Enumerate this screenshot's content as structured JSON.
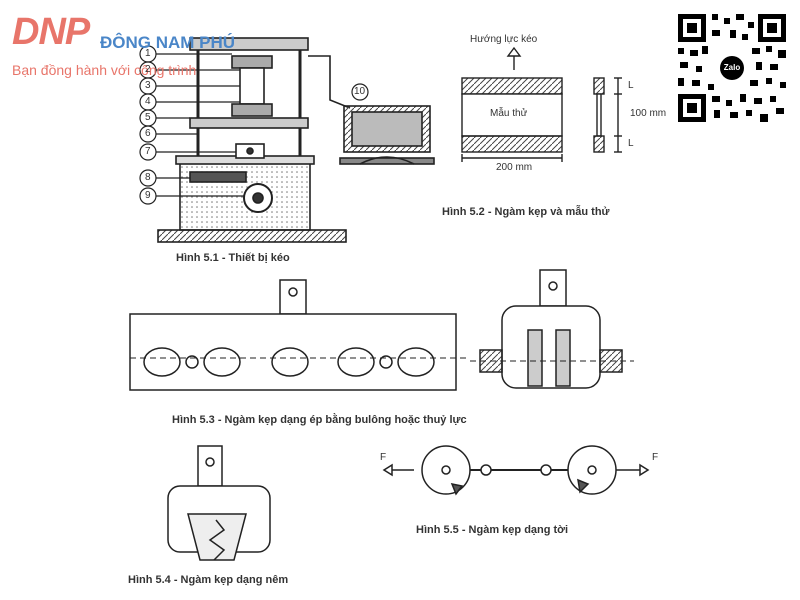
{
  "watermark": {
    "logo": "DNP",
    "name": "ĐÔNG NAM PHÚ",
    "slogan": "Bạn đồng hành với công trình",
    "qr_badge": "Zalo",
    "colors": {
      "logo": "#e8756a",
      "name": "#4a86c8"
    }
  },
  "fig51": {
    "caption": "Hình 5.1 - Thiết bị kéo",
    "callouts": [
      "1",
      "2",
      "3",
      "4",
      "5",
      "6",
      "7",
      "8",
      "9",
      "10"
    ]
  },
  "fig52": {
    "caption": "Hình 5.2 - Ngàm kẹp và mẫu thử",
    "force_label": "Hướng lực kéo",
    "sample_label": "Mẫu thử",
    "width_label": "200 mm",
    "height_label": "100 mm",
    "l_top": "L",
    "l_bottom": "L"
  },
  "fig53": {
    "caption": "Hình 5.3 - Ngàm kẹp dạng ép bằng bulông hoặc thuỷ lực"
  },
  "fig54": {
    "caption": "Hình 5.4 - Ngàm kẹp dạng nêm"
  },
  "fig55": {
    "caption": "Hình 5.5 - Ngàm kẹp dạng tời",
    "force_left": "F",
    "force_right": "F"
  }
}
